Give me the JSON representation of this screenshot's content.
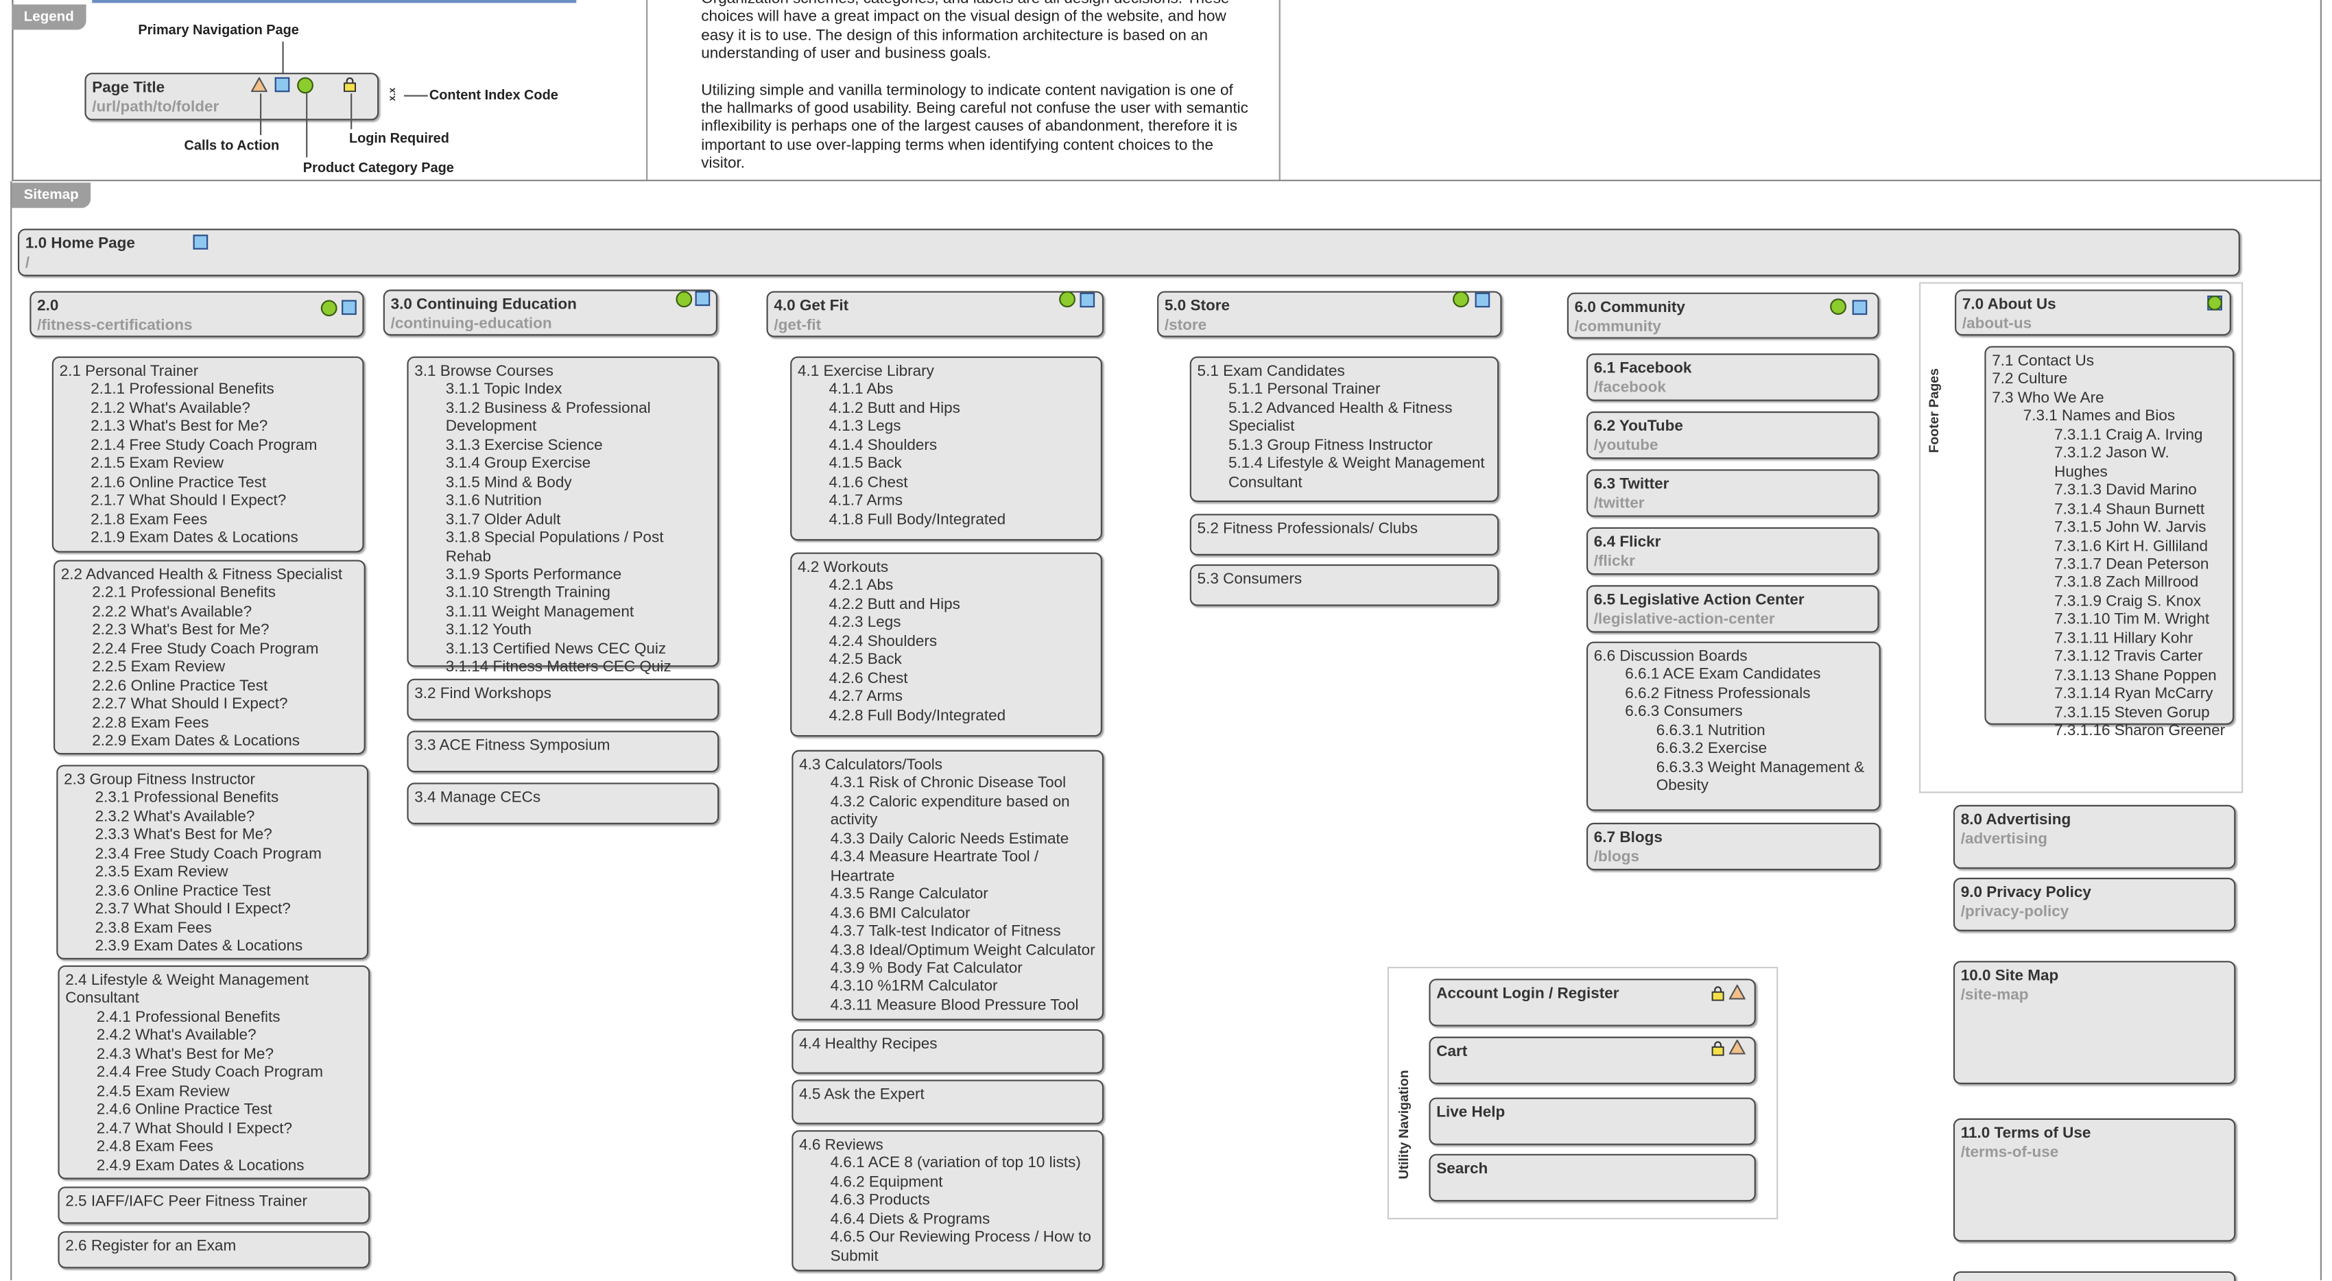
{
  "legend": {
    "tag": "Legend",
    "primary_nav": "Primary Navigation Page",
    "page_title": "Page Title",
    "page_url": "/url/path/to/folder",
    "index_code_marker": "x.x",
    "content_index_code": "Content Index Code",
    "login_required": "Login Required",
    "calls_to_action": "Calls to Action",
    "product_category": "Product Category Page"
  },
  "description": {
    "p1_lines": [
      "Organization schemes, categories, and labels are all design decisions. These",
      "choices will have a great impact on the visual design of the website, and how",
      "easy it is to use. The design of this information architecture is based on an",
      "understanding of user and business goals."
    ],
    "p2_lines": [
      "Utilizing simple and vanilla terminology to indicate content navigation is one of",
      "the hallmarks of good usability. Being careful not confuse the user with semantic",
      "inflexibility is perhaps one of the largest causes of abandonment, therefore it is",
      "important to use over-lapping terms when identifying content choices to the",
      "visitor."
    ]
  },
  "sitemap": {
    "tag": "Sitemap",
    "home": {
      "title": "1.0 Home Page",
      "url": "/"
    },
    "sections": [
      {
        "title": "2.0",
        "url": "/fitness-certifications"
      },
      {
        "title": "3.0 Continuing Education",
        "url": "/continuing-education"
      },
      {
        "title": "4.0 Get Fit",
        "url": "/get-fit"
      },
      {
        "title": "5.0 Store",
        "url": "/store"
      },
      {
        "title": "6.0 Community",
        "url": "/community"
      },
      {
        "title": "7.0 About Us",
        "url": "/about-us"
      }
    ],
    "footer_label": "Footer Pages",
    "utility_label": "Utility Navigation",
    "groups": {
      "c2_1": [
        "2.1 Personal Trainer",
        "2.1.1 Professional Benefits",
        "2.1.2 What's Available?",
        "2.1.3 What's Best for Me?",
        "2.1.4 Free Study Coach Program",
        "2.1.5 Exam Review",
        "2.1.6 Online Practice Test",
        "2.1.7 What Should I Expect?",
        "2.1.8 Exam Fees",
        "2.1.9 Exam Dates & Locations"
      ],
      "c2_2": [
        "2.2 Advanced Health & Fitness Specialist",
        "2.2.1 Professional Benefits",
        "2.2.2 What's Available?",
        "2.2.3 What's Best for Me?",
        "2.2.4 Free Study Coach Program",
        "2.2.5 Exam Review",
        "2.2.6 Online Practice Test",
        "2.2.7 What Should I Expect?",
        "2.2.8 Exam Fees",
        "2.2.9 Exam Dates & Locations"
      ],
      "c2_3": [
        "2.3 Group Fitness Instructor",
        "2.3.1 Professional Benefits",
        "2.3.2 What's Available?",
        "2.3.3 What's Best for Me?",
        "2.3.4 Free Study Coach Program",
        "2.3.5 Exam Review",
        "2.3.6 Online Practice Test",
        "2.3.7 What Should I Expect?",
        "2.3.8 Exam Fees",
        "2.3.9 Exam Dates & Locations"
      ],
      "c2_4": [
        "2.4 Lifestyle & Weight Management Consultant",
        "2.4.1 Professional Benefits",
        "2.4.2 What's Available?",
        "2.4.3 What's Best for Me?",
        "2.4.4 Free Study Coach Program",
        "2.4.5 Exam Review",
        "2.4.6 Online Practice Test",
        "2.4.7 What Should I Expect?",
        "2.4.8 Exam Fees",
        "2.4.9 Exam Dates & Locations"
      ],
      "c2_5": [
        "2.5 IAFF/IAFC Peer Fitness Trainer"
      ],
      "c2_6": [
        "2.6 Register for an Exam"
      ],
      "c3_1": [
        "3.1 Browse Courses",
        "3.1.1 Topic Index",
        "3.1.2 Business & Professional Development",
        "3.1.3 Exercise Science",
        "3.1.4 Group Exercise",
        "3.1.5 Mind & Body",
        "3.1.6 Nutrition",
        "3.1.7 Older Adult",
        "3.1.8 Special Populations / Post Rehab",
        "3.1.9 Sports Performance",
        "3.1.10 Strength Training",
        "3.1.11 Weight Management",
        "3.1.12 Youth",
        "3.1.13 Certified News CEC Quiz",
        "3.1.14 Fitness Matters CEC Quiz"
      ],
      "c3_2": [
        "3.2 Find Workshops"
      ],
      "c3_3": [
        "3.3 ACE Fitness Symposium"
      ],
      "c3_4": [
        "3.4 Manage CECs"
      ],
      "c4_1": [
        "4.1  Exercise Library",
        "4.1.1 Abs",
        "4.1.2 Butt and Hips",
        "4.1.3 Legs",
        "4.1.4 Shoulders",
        "4.1.5 Back",
        "4.1.6 Chest",
        "4.1.7 Arms",
        "4.1.8 Full Body/Integrated"
      ],
      "c4_2": [
        "4.2  Workouts",
        "4.2.1 Abs",
        "4.2.2 Butt and Hips",
        "4.2.3 Legs",
        "4.2.4 Shoulders",
        "4.2.5 Back",
        "4.2.6 Chest",
        "4.2.7 Arms",
        "4.2.8 Full Body/Integrated"
      ],
      "c4_3": [
        "4.3 Calculators/Tools",
        "4.3.1 Risk of Chronic Disease Tool",
        "4.3.2 Caloric expenditure based on activity",
        "4.3.3 Daily Caloric Needs Estimate",
        "4.3.4 Measure Heartrate Tool  /  Heartrate",
        "4.3.5 Range Calculator",
        "4.3.6 BMI Calculator",
        "4.3.7 Talk-test Indicator of Fitness",
        "4.3.8 Ideal/Optimum Weight Calculator",
        "4.3.9 % Body Fat Calculator",
        "4.3.10 %1RM Calculator",
        "4.3.11 Measure Blood Pressure Tool"
      ],
      "c4_4": [
        "4.4 Healthy Recipes"
      ],
      "c4_5": [
        "4.5 Ask the Expert"
      ],
      "c4_6": [
        "4.6 Reviews",
        "4.6.1 ACE 8 (variation of top 10 lists)",
        "4.6.2 Equipment",
        "4.6.3 Products",
        "4.6.4 Diets & Programs",
        "4.6.5 Our Reviewing Process / How to Submit"
      ],
      "c5_1": [
        "5.1  Exam Candidates",
        "5.1.1 Personal Trainer",
        "5.1.2 Advanced Health & Fitness Specialist",
        "5.1.3 Group Fitness Instructor",
        "5.1.4 Lifestyle & Weight Management Consultant"
      ],
      "c5_2": [
        "5.2  Fitness Professionals/ Clubs"
      ],
      "c5_3": [
        "5.3  Consumers"
      ],
      "c6_6": [
        "6.6 Discussion Boards",
        "6.6.1 ACE Exam Candidates",
        "6.6.2 Fitness Professionals",
        "6.6.3 Consumers",
        "6.6.3.1 Nutrition",
        "6.6.3.2 Exercise",
        "6.6.3.3 Weight Management & Obesity"
      ],
      "c7": [
        "7.1 Contact Us",
        "7.2 Culture",
        "7.3 Who We Are",
        "7.3.1 Names and Bios",
        "7.3.1.1 Craig A. Irving",
        "7.3.1.2 Jason W. Hughes",
        "7.3.1.3 David Marino",
        "7.3.1.4 Shaun Burnett",
        "7.3.1.5 John W. Jarvis",
        "7.3.1.6 Kirt H. Gilliland",
        "7.3.1.7 Dean Peterson",
        "7.3.1.8 Zach Millrood",
        "7.3.1.9 Craig S. Knox",
        "7.3.1.10 Tim M. Wright",
        "7.3.1.11 Hillary Kohr",
        "7.3.1.12 Travis Carter",
        "7.3.1.13 Shane Poppen",
        "7.3.1.14 Ryan McCarry",
        "7.3.1.15 Steven Gorup",
        "7.3.1.16 Sharon Greener"
      ]
    },
    "community_pages": [
      {
        "title": "6.1 Facebook",
        "url": "/facebook"
      },
      {
        "title": "6.2 YouTube",
        "url": "/youtube"
      },
      {
        "title": "6.3 Twitter",
        "url": "/twitter"
      },
      {
        "title": "6.4 Flickr",
        "url": "/flickr"
      },
      {
        "title": "6.5 Legislative Action Center",
        "url": "/legislative-action-center"
      },
      {
        "title": "6.7 Blogs",
        "url": "/blogs"
      }
    ],
    "footer_pages": [
      {
        "title": "8.0 Advertising",
        "url": "/advertising"
      },
      {
        "title": "9.0 Privacy Policy",
        "url": "/privacy-policy"
      },
      {
        "title": "10.0 Site Map",
        "url": "/site-map"
      },
      {
        "title": "11.0 Terms of Use",
        "url": "/terms-of-use"
      }
    ],
    "utility_pages": [
      {
        "title": "Account Login / Register"
      },
      {
        "title": "Cart"
      },
      {
        "title": "Live Help"
      },
      {
        "title": "Search"
      }
    ]
  }
}
